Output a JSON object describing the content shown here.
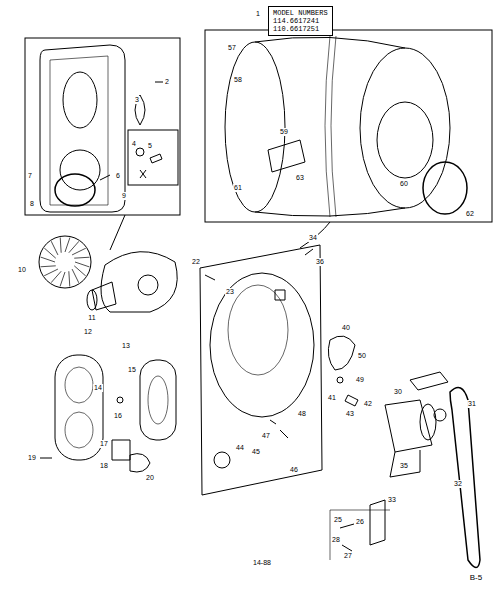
{
  "diagram": {
    "nodes": [
      {
        "text": [
          "MODEL NUMBERS",
          "114.6617241",
          "110.6617251"
        ]
      }
    ],
    "labels": [
      "1",
      "2",
      "3",
      "4",
      "5",
      "6",
      "7",
      "8",
      "9",
      "10",
      "11",
      "12",
      "13",
      "14",
      "15",
      "16",
      "17",
      "18",
      "19",
      "20",
      "22",
      "23",
      "25",
      "26",
      "27",
      "28",
      "30",
      "31",
      "32",
      "33",
      "34",
      "35",
      "36",
      "40",
      "41",
      "42",
      "43",
      "44",
      "45",
      "46",
      "47",
      "48",
      "49",
      "50",
      "57",
      "58",
      "59",
      "60",
      "61",
      "62",
      "63",
      "14-88",
      "B-5"
    ]
  }
}
